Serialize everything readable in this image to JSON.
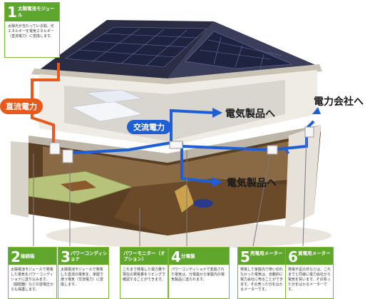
{
  "colors": {
    "green": "#5fa62c",
    "dc_orange": "#e85a1c",
    "ac_blue": "#1f5fd6",
    "roof": "#2b2e4a"
  },
  "labels": {
    "dc": "直流電力",
    "ac": "交流電力",
    "electric_products_1": "電気製品へ",
    "electric_products_2": "電気製品へ",
    "power_company": "電力会社へ"
  },
  "panels": {
    "p1": {
      "num": "1",
      "title": "太陽電池モジュール",
      "desc": "太陽光が当たっている間、光エネルギーを電気エネルギー（直流電力）に変換します。"
    },
    "p2": {
      "num": "2",
      "title": "接続箱",
      "desc": "太陽電池モジュールで発電した電気をパワーコンディショナに送り込みます。（開閉器）などの逆電圧からも保護します。"
    },
    "p3": {
      "num": "3",
      "title": "パワーコンディショナ",
      "desc": "太陽電池モジュールで発電した直流の電気を、家庭で使う電気（交流電力）に変換します。"
    },
    "p4": {
      "title": "パワーモニター（オプション）",
      "desc": "これまで発電した電力量や現在の発電量をリビングで確認することができます。"
    },
    "p5": {
      "num": "4",
      "title": "分電盤",
      "desc": "パワーコンディショナで変換された電気は、分電盤から家庭内の電気製品に送られます。"
    },
    "p6": {
      "num": "5",
      "title": "売電用メーター",
      "desc": "発電して家庭内で使い切れなかった電気は、自動的に電力会社に売ることができます。その売った分をはかるメーターです。"
    },
    "p7": {
      "num": "6",
      "title": "買電用メーター",
      "desc": "発電不足の日などは、これまでと同様に電力会社から電気を買います。その買った分をはかるメーターです。"
    }
  }
}
